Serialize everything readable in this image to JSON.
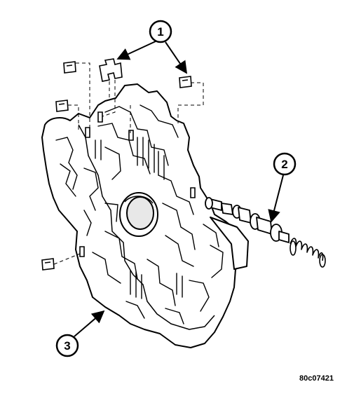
{
  "callouts": [
    {
      "label": "1"
    },
    {
      "label": "2"
    },
    {
      "label": "3"
    }
  ],
  "figure_code": "80c07421",
  "colors": {
    "ink": "#000000",
    "paper": "#ffffff",
    "fill": "#e8e8e8"
  }
}
